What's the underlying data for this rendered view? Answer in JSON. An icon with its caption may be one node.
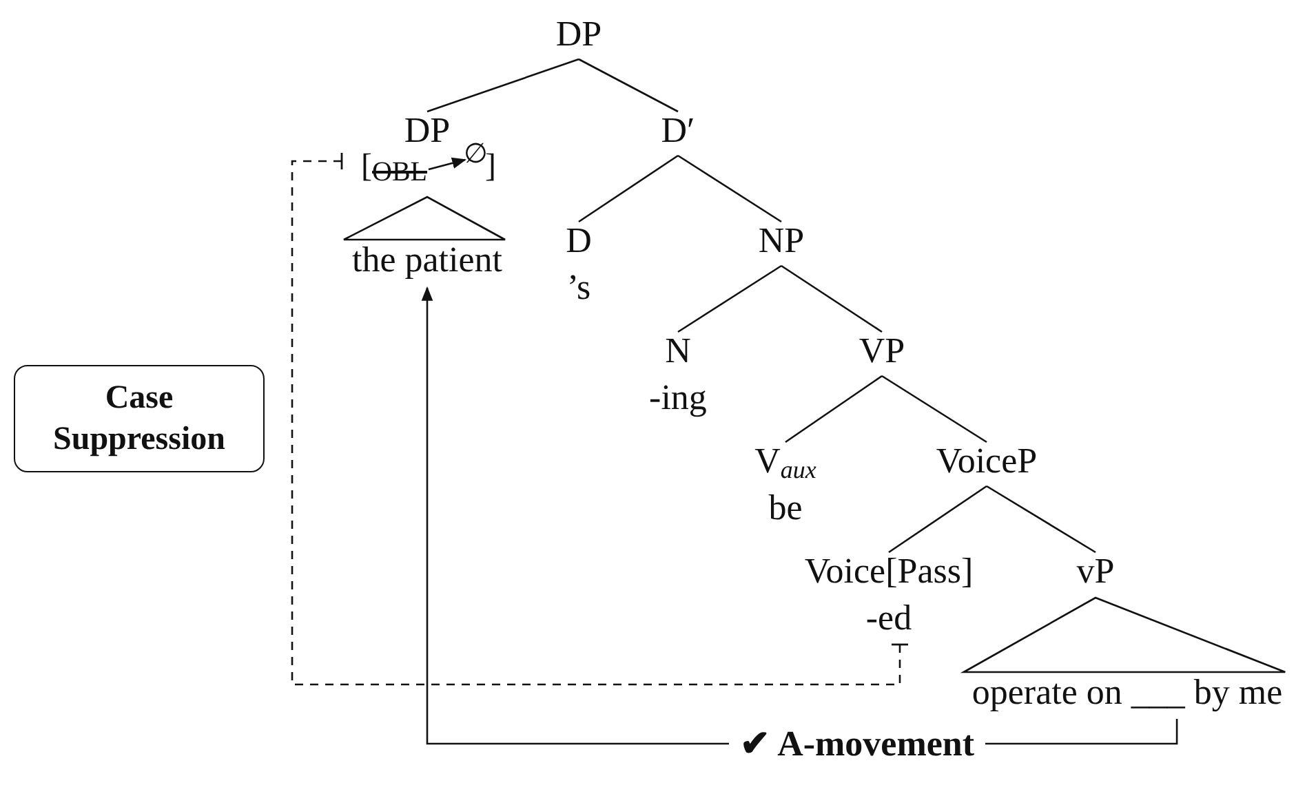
{
  "diagram": {
    "nodes": [
      {
        "text": [
          "DP"
        ]
      },
      {
        "text": [
          "DP"
        ]
      },
      {
        "text": [
          "OBL"
        ]
      },
      {
        "text": [
          "∅"
        ]
      },
      {
        "text": [
          "the patient"
        ]
      },
      {
        "text": [
          "D′"
        ]
      },
      {
        "text": [
          "D",
          "’s"
        ]
      },
      {
        "text": [
          "NP"
        ]
      },
      {
        "text": [
          "N",
          "-ing"
        ]
      },
      {
        "text": [
          "VP"
        ]
      },
      {
        "text": [
          "V$_{aux}$",
          "be"
        ]
      },
      {
        "text": [
          "VoiceP"
        ]
      },
      {
        "text": [
          "Voice[Pass]",
          "-ed"
        ]
      },
      {
        "text": [
          "vP"
        ]
      },
      {
        "text": [
          "operate on ___ by me"
        ]
      },
      {
        "text": [
          "Case Suppression"
        ]
      }
    ],
    "edges": [
      {
        "from": 0,
        "to": 1,
        "arrow": "none"
      },
      {
        "from": 0,
        "to": 5,
        "arrow": "none"
      },
      {
        "from": 1,
        "to": 4,
        "arrow": "none"
      },
      {
        "from": 5,
        "to": 6,
        "arrow": "none"
      },
      {
        "from": 5,
        "to": 7,
        "arrow": "none"
      },
      {
        "from": 7,
        "to": 8,
        "arrow": "none"
      },
      {
        "from": 7,
        "to": 9,
        "arrow": "none"
      },
      {
        "from": 9,
        "to": 10,
        "arrow": "none"
      },
      {
        "from": 9,
        "to": 11,
        "arrow": "none"
      },
      {
        "from": 11,
        "to": 12,
        "arrow": "none"
      },
      {
        "from": 11,
        "to": 13,
        "arrow": "none"
      },
      {
        "from": 13,
        "to": 14,
        "arrow": "none"
      },
      {
        "from": 2,
        "to": 3,
        "arrow": "to"
      },
      {
        "from": 12,
        "to": 2,
        "arrow": "other",
        "style": "dashed"
      },
      {
        "from": 14,
        "to": 4,
        "arrow": "to",
        "label": "✔ A-movement"
      }
    ],
    "labels": [
      "[",
      "]"
    ]
  }
}
